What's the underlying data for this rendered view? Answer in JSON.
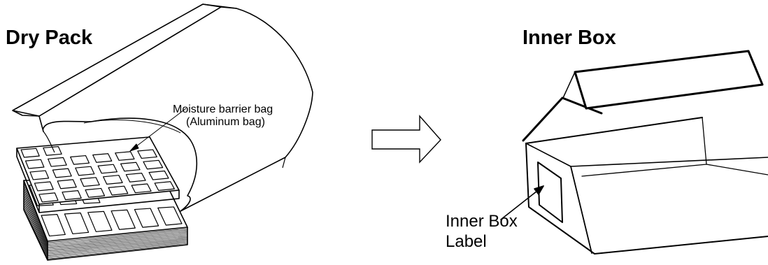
{
  "dry_pack": {
    "title": "Dry Pack",
    "bag_label_line1": "Moisture barrier bag",
    "bag_label_line2": "(Aluminum bag)"
  },
  "inner_box": {
    "title": "Inner Box",
    "label_line1": "Inner Box",
    "label_line2": "Label"
  },
  "colors": {
    "line": "#000000",
    "background": "#ffffff"
  }
}
